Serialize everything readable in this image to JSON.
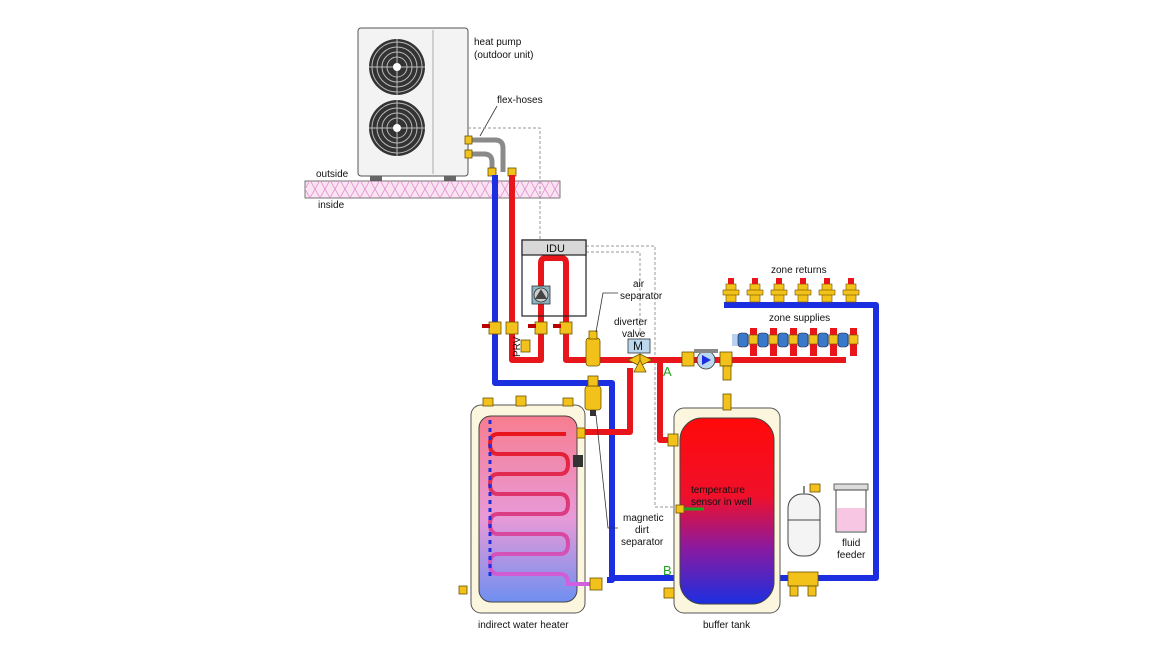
{
  "labels": {
    "heat_pump_line1": "heat pump",
    "heat_pump_line2": "(outdoor unit)",
    "flex_hoses": "flex-hoses",
    "outside": "outside",
    "inside": "inside",
    "idu": "IDU",
    "air_separator_line1": "air",
    "air_separator_line2": "separator",
    "diverter_valve_line1": "diverter",
    "diverter_valve_line2": "valve",
    "motor_symbol": "M",
    "prv": "PRV",
    "zone_returns": "zone returns",
    "zone_supplies": "zone supplies",
    "port_a": "A",
    "port_b": "B",
    "temp_sensor_line1": "temperature",
    "temp_sensor_line2": "sensor in well",
    "dirt_sep_line1": "magnetic",
    "dirt_sep_line2": "dirt",
    "dirt_sep_line3": "separator",
    "fluid_feeder_line1": "fluid",
    "fluid_feeder_line2": "feeder",
    "indirect_water_heater": "indirect water heater",
    "buffer_tank": "buffer tank"
  },
  "colors": {
    "hot_pipe": "#e8161b",
    "cold_pipe": "#1c2fe0",
    "brass": "#f2c21b",
    "tank_shell": "#fbf6dd",
    "port_label": "#1fa31f"
  }
}
